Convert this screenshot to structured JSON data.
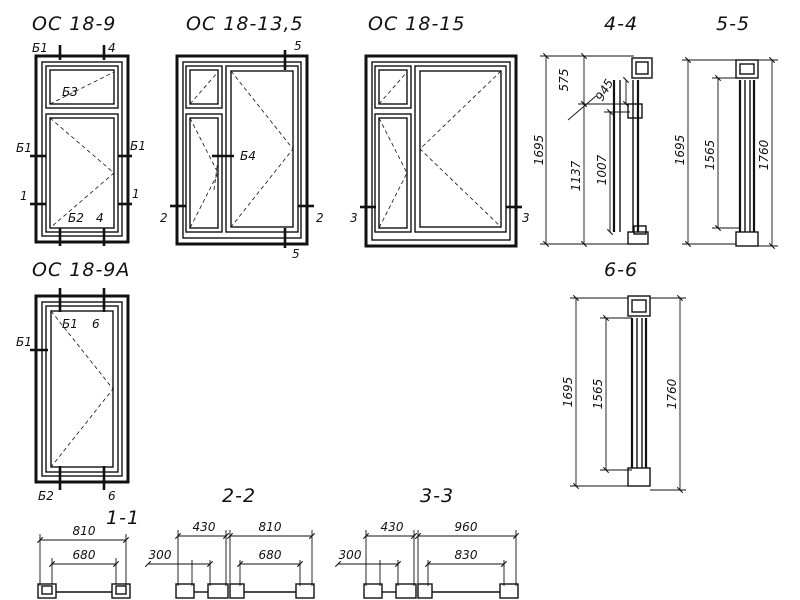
{
  "titles": {
    "oc_18_9": "ОС 18-9",
    "oc_18_13_5": "ОС 18-13,5",
    "oc_18_15": "ОС 18-15",
    "oc_18_9a": "ОС 18-9А",
    "sec_44": "4-4",
    "sec_55": "5-5",
    "sec_66": "6-6",
    "sec_11": "1-1",
    "sec_22": "2-2",
    "sec_33": "3-3"
  },
  "cut_labels": {
    "b1": "Б1",
    "b2": "Б2",
    "b3": "Б3",
    "b4": "Б4",
    "n1": "1",
    "n2": "2",
    "n3": "3",
    "n4": "4",
    "n5": "5",
    "n6": "6"
  },
  "dimensions": {
    "d575": "575",
    "d945": "945",
    "d1137": "1137",
    "d1007": "1007",
    "d1695": "1695",
    "d1565": "1565",
    "d1760": "1760",
    "d810": "810",
    "d680": "680",
    "d430": "430",
    "d300": "300",
    "d960": "960",
    "d830": "830"
  }
}
